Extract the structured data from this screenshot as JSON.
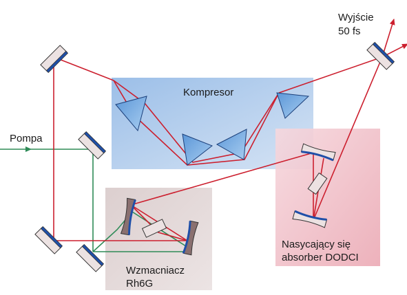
{
  "labels": {
    "compressor": "Kompresor",
    "pump": "Pompa",
    "output_line1": "Wyjście",
    "output_line2": "50 fs",
    "absorber_line1": "Nasycający się",
    "absorber_line2": "absorber DODCI",
    "amplifier_line1": "Wzmacniacz",
    "amplifier_line2": "Rh6G"
  },
  "colors": {
    "laser_beam": "#cc1f2e",
    "pump_beam": "#2e8b57",
    "mirror_body": "#ece2e2",
    "mirror_coating": "#1f4fa8",
    "prism": "#7aaee0",
    "compressor_region": "#9dc0e8",
    "absorber_region": "#efb7c0",
    "amplifier_region": "#d9cccc"
  }
}
